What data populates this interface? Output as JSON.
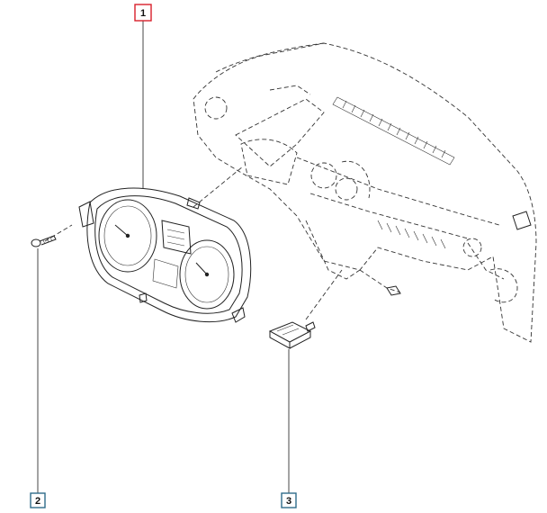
{
  "callouts": [
    {
      "label": "1",
      "highlighted": true,
      "color": "#d9202a"
    },
    {
      "label": "2",
      "highlighted": false,
      "color": "#2f6b8a"
    },
    {
      "label": "3",
      "highlighted": false,
      "color": "#2f6b8a"
    }
  ]
}
